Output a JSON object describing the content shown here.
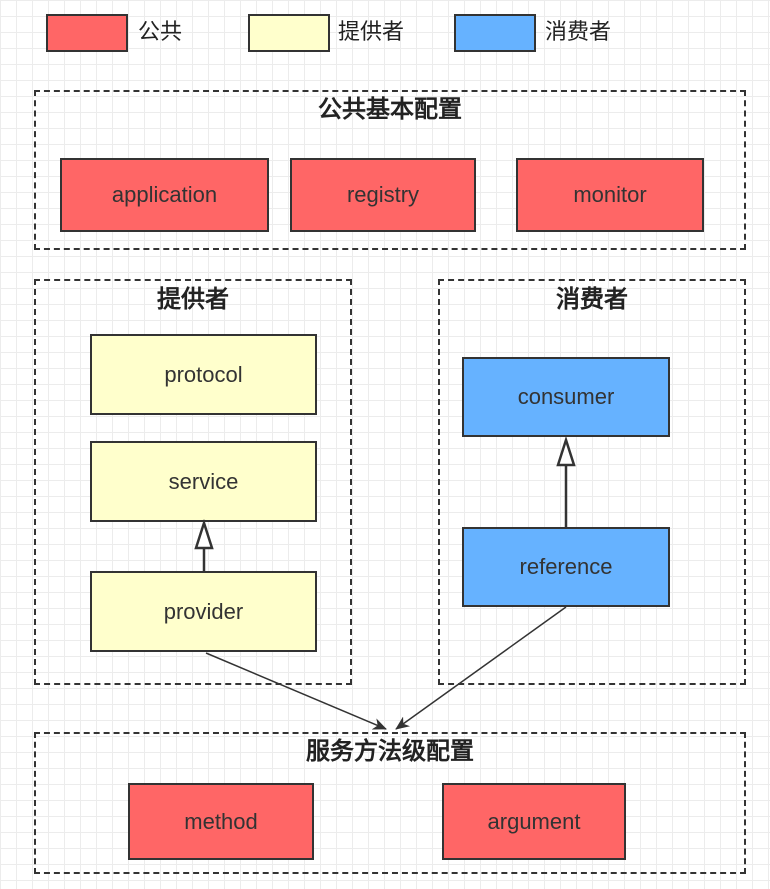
{
  "legend": {
    "items": [
      {
        "label": "公共",
        "color": "#ff6666"
      },
      {
        "label": "提供者",
        "color": "#ffffcc"
      },
      {
        "label": "消费者",
        "color": "#66b2ff"
      }
    ]
  },
  "groups": {
    "public": {
      "title": "公共基本配置",
      "nodes": [
        "application",
        "registry",
        "monitor"
      ]
    },
    "provider": {
      "title": "提供者",
      "nodes": [
        "protocol",
        "service",
        "provider"
      ]
    },
    "consumer": {
      "title": "消费者",
      "nodes": [
        "consumer",
        "reference"
      ]
    },
    "method": {
      "title": "服务方法级配置",
      "nodes": [
        "method",
        "argument"
      ]
    }
  },
  "colors": {
    "public": "#ff6666",
    "provider": "#ffffcc",
    "consumer": "#66b2ff",
    "border": "#333333"
  }
}
